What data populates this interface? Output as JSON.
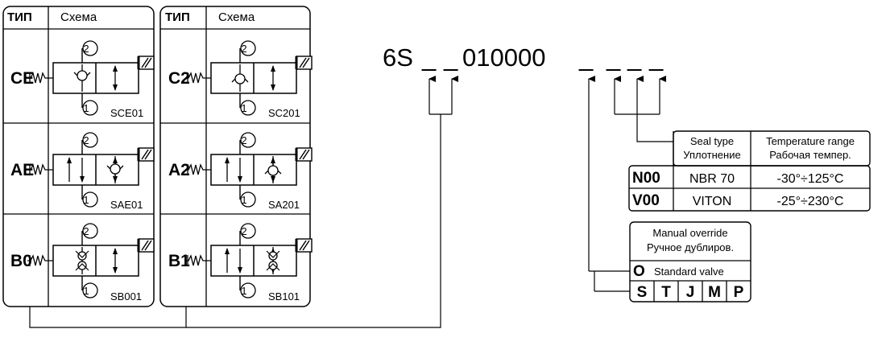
{
  "left_table": {
    "col_type": "ТИП",
    "col_scheme": "Схема",
    "rows": [
      {
        "type": "CE",
        "code": "SCE01"
      },
      {
        "type": "AE",
        "code": "SAE01"
      },
      {
        "type": "B0",
        "code": "SB001"
      }
    ]
  },
  "right_table": {
    "col_type": "ТИП",
    "col_scheme": "Схема",
    "rows": [
      {
        "type": "C2",
        "code": "SC201"
      },
      {
        "type": "A2",
        "code": "SA201"
      },
      {
        "type": "B1",
        "code": "SB101"
      }
    ]
  },
  "port_labels": {
    "p2": "2",
    "p1": "1"
  },
  "model_code": {
    "prefix": "6S",
    "middle": "010000",
    "blank": "_"
  },
  "seal_table": {
    "header_seal_en": "Seal type",
    "header_seal_ru": "Уплотнение",
    "header_temp_en": "Temperature range",
    "header_temp_ru": "Рабочая темпер.",
    "rows": [
      {
        "code": "N00",
        "seal": "NBR 70",
        "temp": "-30°÷125°C"
      },
      {
        "code": "V00",
        "seal": "VITON",
        "temp": "-25°÷230°C"
      }
    ]
  },
  "override_table": {
    "header_en": "Manual override",
    "header_ru": "Ручное дублиров.",
    "standard_code": "O",
    "standard_label": "Standard valve",
    "options": [
      "S",
      "T",
      "J",
      "M",
      "P"
    ]
  }
}
